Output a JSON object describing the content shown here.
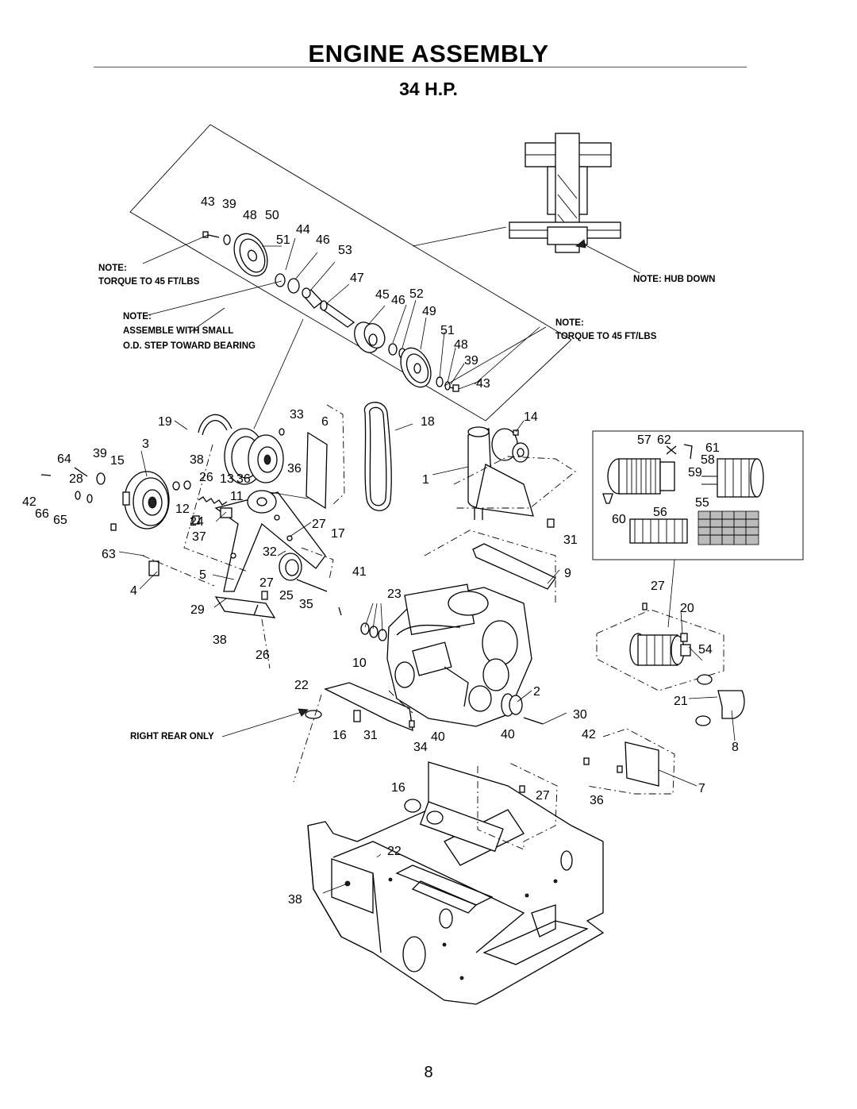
{
  "title": "ENGINE ASSEMBLY",
  "subtitle": "34 H.P.",
  "page_number": "8",
  "notes": {
    "torque_left": [
      "NOTE:",
      "TORQUE TO 45 FT/LBS"
    ],
    "assemble": [
      "NOTE:",
      "ASSEMBLE WITH SMALL",
      "O.D. STEP TOWARD BEARING"
    ],
    "hub_down": [
      "NOTE: HUB DOWN"
    ],
    "torque_right": [
      "NOTE:",
      "TORQUE TO 45 FT/LBS"
    ],
    "right_rear": [
      "RIGHT REAR ONLY"
    ]
  },
  "callouts": {
    "pulley_upper": [
      "43",
      "39",
      "48",
      "50",
      "51",
      "44",
      "46",
      "53",
      "47",
      "45",
      "46",
      "52",
      "49",
      "51",
      "48",
      "39",
      "43"
    ],
    "belt_idler": [
      "19",
      "33",
      "6",
      "18",
      "14",
      "3",
      "38",
      "36",
      "39",
      "15",
      "64",
      "28",
      "26",
      "13",
      "36",
      "1",
      "42",
      "11",
      "66",
      "65",
      "12",
      "24",
      "27",
      "17",
      "37",
      "32",
      "63",
      "5",
      "41",
      "27",
      "4",
      "25",
      "35",
      "23",
      "29",
      "9",
      "31",
      "38",
      "26",
      "10",
      "22",
      "2",
      "16",
      "31",
      "34",
      "40",
      "40",
      "30",
      "42",
      "16",
      "27",
      "36",
      "22",
      "38"
    ],
    "filter_inset": [
      "57",
      "62",
      "61",
      "58",
      "59",
      "55",
      "56",
      "60"
    ],
    "air_cleaner": [
      "27",
      "20",
      "54",
      "21",
      "8",
      "7"
    ]
  }
}
